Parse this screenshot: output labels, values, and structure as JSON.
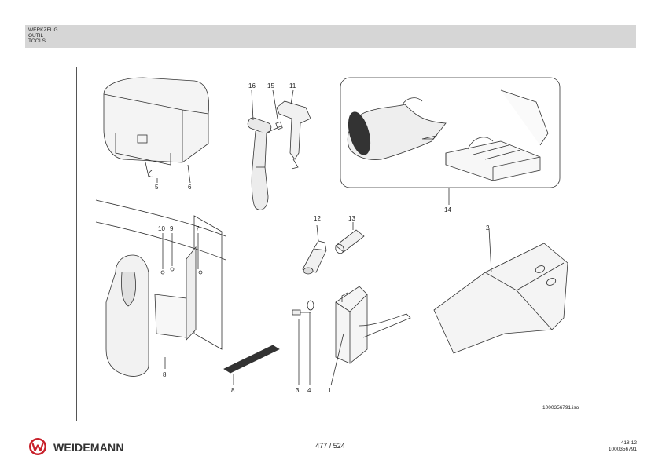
{
  "header": {
    "lines": [
      "WERKZEUG",
      "OUTIL",
      "TOOLS"
    ]
  },
  "figure": {
    "callouts": {
      "c16": "16",
      "c15": "15",
      "c11": "11",
      "c5": "5",
      "c6": "6",
      "c14": "14",
      "c12": "12",
      "c13": "13",
      "c10": "10",
      "c9": "9",
      "c7": "7",
      "c2": "2",
      "c8a": "8",
      "c8b": "8",
      "c3": "3",
      "c4": "4",
      "c1": "1"
    },
    "image_id": "1000356791.iso"
  },
  "footer": {
    "brand": "WEIDEMANN",
    "page": "477 / 524",
    "doc_code": "418-12",
    "doc_number": "1000356791"
  },
  "colors": {
    "header_band": "#d6d6d6",
    "logo_red": "#c8202a"
  },
  "icons": {
    "logo": "weidemann-logo-icon"
  }
}
